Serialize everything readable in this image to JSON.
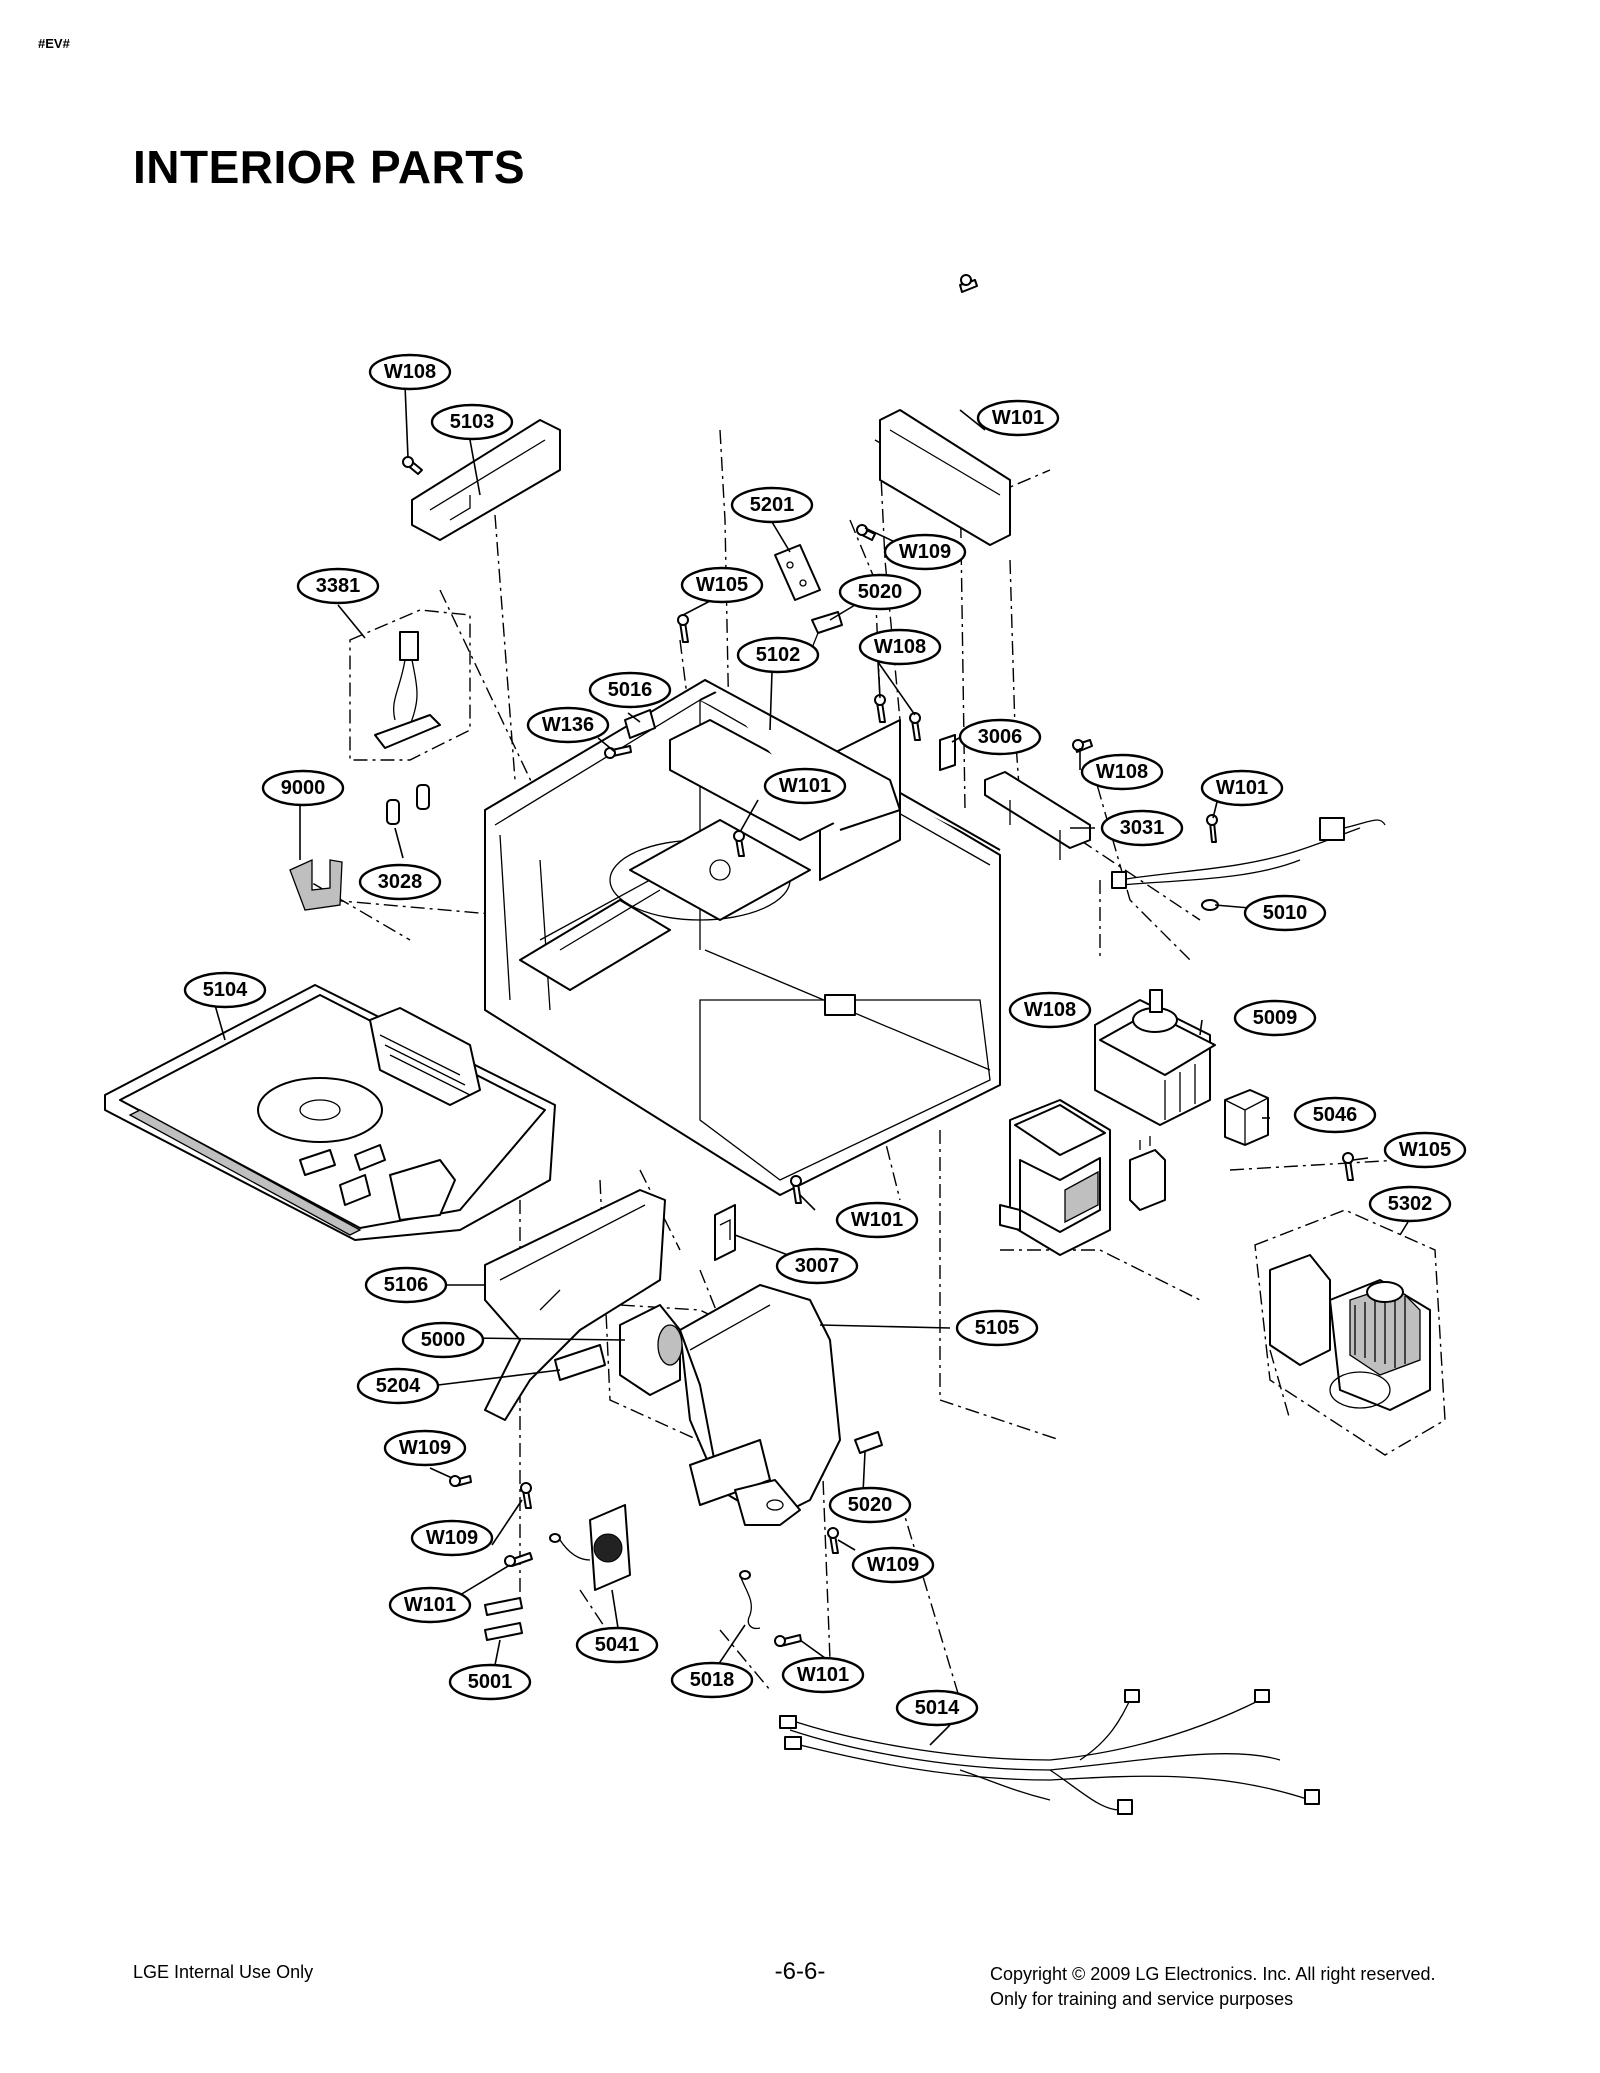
{
  "header": {
    "tag": "#EV#",
    "title": "INTERIOR PARTS"
  },
  "callouts": [
    "W108",
    "5103",
    "W101",
    "5201",
    "W109",
    "3381",
    "W105",
    "5020",
    "5102",
    "W108",
    "5016",
    "W136",
    "3006",
    "W108",
    "9000",
    "W101",
    "W101",
    "3031",
    "3028",
    "5010",
    "5104",
    "W108",
    "5009",
    "5046",
    "W105",
    "W101",
    "5302",
    "3007",
    "5106",
    "5105",
    "5000",
    "5204",
    "W109",
    "5020",
    "W109",
    "W109",
    "W101",
    "5041",
    "5001",
    "5018",
    "W101",
    "5014"
  ],
  "footer": {
    "left": "LGE Internal Use Only",
    "page": "-6-6-",
    "copyright": "Copyright © 2009 LG Electronics. Inc. All right reserved.",
    "note": "Only for training and service purposes"
  },
  "colors": {
    "ink": "#000000",
    "paper": "#ffffff",
    "shade": "#bfbfbf"
  }
}
